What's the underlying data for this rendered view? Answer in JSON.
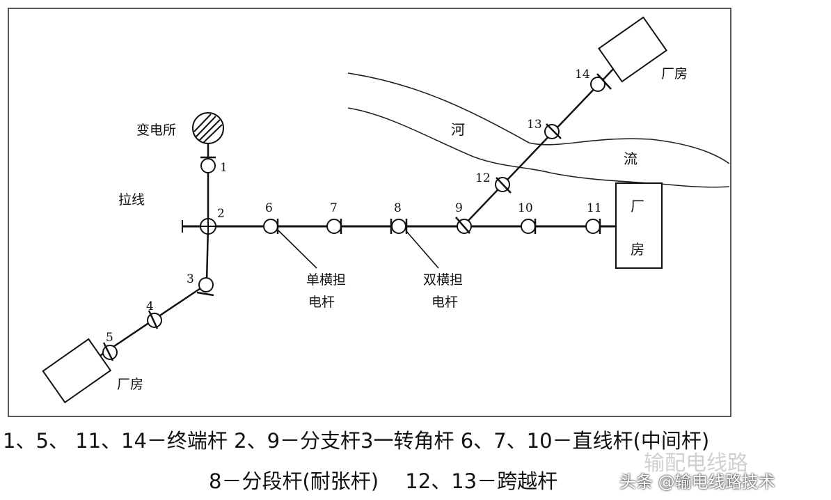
{
  "diagram": {
    "substation": "变电所",
    "guy_wire": "拉线",
    "factory": "厂房",
    "factory_right_1": "厂",
    "factory_right_2": "房",
    "river_1": "河",
    "river_2": "流",
    "single_crossarm": [
      "单横担",
      "电杆"
    ],
    "double_crossarm": [
      "双横担",
      "电杆"
    ],
    "pole_numbers": [
      "1",
      "2",
      "3",
      "4",
      "5",
      "6",
      "7",
      "8",
      "9",
      "10",
      "11",
      "12",
      "13",
      "14"
    ]
  },
  "legend": {
    "line1": "1、5、 11、14－终端杆 2、9－分支杆3一转角杆 6、7、10－直线杆(中间杆)",
    "line2": "8－分段杆(耐张杆)　 12、13－跨越杆"
  },
  "watermark": {
    "faded": "输配电线路",
    "text": "头条 @输电线路技术"
  }
}
